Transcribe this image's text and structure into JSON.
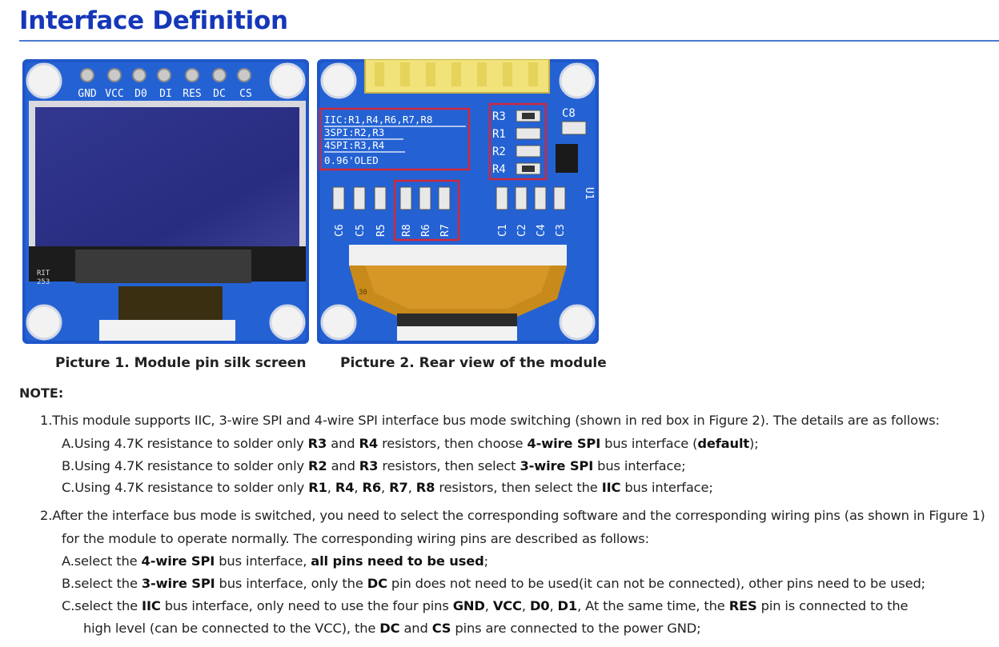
{
  "header": {
    "title": "Interface Definition"
  },
  "figures": [
    {
      "caption": "Picture 1. Module pin silk screen",
      "pins": [
        "GND",
        "VCC",
        "D0",
        "DI",
        "RES",
        "DC",
        "CS"
      ],
      "silk": [
        "RIT",
        "253"
      ]
    },
    {
      "caption": "Picture 2. Rear view of the module",
      "modes": [
        "IIC:R1,R4,R6,R7,R8",
        "3SPI:R2,R3",
        "4SPI:R3,R4",
        "0.96'OLED"
      ],
      "resistors_right": [
        "R3",
        "R1",
        "R2",
        "R4"
      ],
      "chips": [
        "C8",
        "U1"
      ],
      "bottom_components": [
        "C6",
        "C5",
        "R5",
        "R8",
        "R6",
        "R7",
        "C1",
        "C2",
        "C4",
        "C3"
      ],
      "marker": "30"
    }
  ],
  "note": {
    "heading": "NOTE:",
    "lines": [
      {
        "id": "n1",
        "parts": [
          {
            "t": "1.This module supports IIC, 3-wire SPI and 4-wire SPI interface bus mode switching (shown in red box in Figure 2). The details are as follows:"
          }
        ]
      },
      {
        "id": "n1a",
        "parts": [
          {
            "t": "A.Using 4.7K resistance to solder only "
          },
          {
            "t": "R3",
            "b": true
          },
          {
            "t": " and "
          },
          {
            "t": "R4",
            "b": true
          },
          {
            "t": " resistors, then choose "
          },
          {
            "t": "4-wire SPI",
            "b": true
          },
          {
            "t": " bus interface ("
          },
          {
            "t": "default",
            "b": true
          },
          {
            "t": ");"
          }
        ]
      },
      {
        "id": "n1b",
        "parts": [
          {
            "t": "B.Using 4.7K resistance to solder only "
          },
          {
            "t": "R2",
            "b": true
          },
          {
            "t": " and "
          },
          {
            "t": "R3",
            "b": true
          },
          {
            "t": " resistors, then select "
          },
          {
            "t": "3-wire SPI",
            "b": true
          },
          {
            "t": " bus interface;"
          }
        ]
      },
      {
        "id": "n1c",
        "parts": [
          {
            "t": "C.Using 4.7K resistance to solder only "
          },
          {
            "t": "R1",
            "b": true
          },
          {
            "t": ", "
          },
          {
            "t": "R4",
            "b": true
          },
          {
            "t": ", "
          },
          {
            "t": "R6",
            "b": true
          },
          {
            "t": ", "
          },
          {
            "t": "R7",
            "b": true
          },
          {
            "t": ", "
          },
          {
            "t": "R8",
            "b": true
          },
          {
            "t": " resistors, then select the "
          },
          {
            "t": "IIC",
            "b": true
          },
          {
            "t": " bus interface;"
          }
        ]
      },
      {
        "id": "n2",
        "parts": [
          {
            "t": "2.After the interface bus mode is switched, you need to select the corresponding software and the corresponding wiring pins (as shown in Figure 1)"
          }
        ]
      },
      {
        "id": "n2x",
        "parts": [
          {
            "t": "for the module to operate normally. The corresponding wiring pins are described as follows:"
          }
        ]
      },
      {
        "id": "n2a",
        "parts": [
          {
            "t": "A.select the "
          },
          {
            "t": "4-wire SPI",
            "b": true
          },
          {
            "t": " bus interface, "
          },
          {
            "t": "all pins need to be used",
            "b": true
          },
          {
            "t": ";"
          }
        ]
      },
      {
        "id": "n2b",
        "parts": [
          {
            "t": "B.select the "
          },
          {
            "t": "3-wire SPI",
            "b": true
          },
          {
            "t": " bus interface, only the "
          },
          {
            "t": "DC",
            "b": true
          },
          {
            "t": " pin does not need to be used(it can not be connected), other pins need to be used;"
          }
        ]
      },
      {
        "id": "n2c",
        "parts": [
          {
            "t": "C.select the "
          },
          {
            "t": "IIC",
            "b": true
          },
          {
            "t": " bus interface, only need to use the four pins "
          },
          {
            "t": "GND",
            "b": true
          },
          {
            "t": ", "
          },
          {
            "t": "VCC",
            "b": true
          },
          {
            "t": ", "
          },
          {
            "t": "D0",
            "b": true
          },
          {
            "t": ", "
          },
          {
            "t": "D1",
            "b": true
          },
          {
            "t": ", At the same time, the "
          },
          {
            "t": "RES",
            "b": true
          },
          {
            "t": " pin is connected to the"
          }
        ]
      },
      {
        "id": "n2d",
        "parts": [
          {
            "t": "high level (can be connected to the VCC), the "
          },
          {
            "t": "DC",
            "b": true
          },
          {
            "t": " and "
          },
          {
            "t": "CS",
            "b": true
          },
          {
            "t": " pins are connected to the power GND;"
          }
        ]
      }
    ]
  },
  "colors": {
    "title": "#1637b8",
    "rule": "#4a7bd0",
    "pcb": "#1f56c8",
    "screen": "#2a2f86",
    "highlight_box": "#d0283c"
  }
}
